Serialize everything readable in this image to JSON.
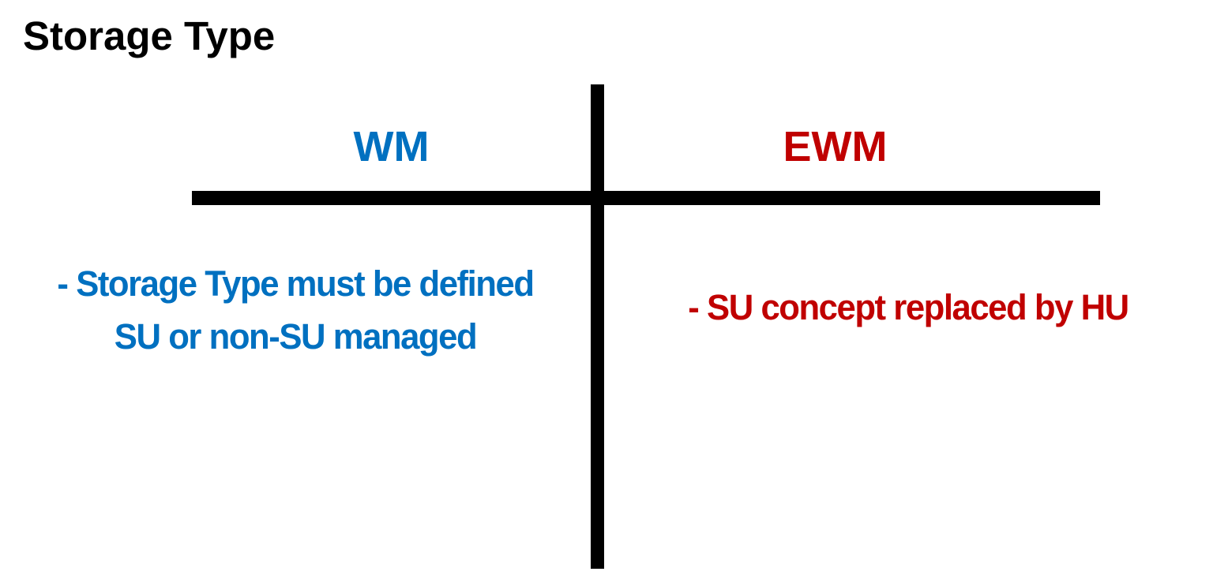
{
  "slide": {
    "title": "Storage Type"
  },
  "comparison": {
    "left_column": {
      "header": "WM",
      "color": "#0070C0",
      "bullet_line_1": "- Storage Type must be defined",
      "bullet_line_2": "SU or non-SU managed"
    },
    "right_column": {
      "header": "EWM",
      "color": "#C00000",
      "bullet_line_1": "- SU concept replaced by HU"
    },
    "divider_color": "#000000"
  }
}
